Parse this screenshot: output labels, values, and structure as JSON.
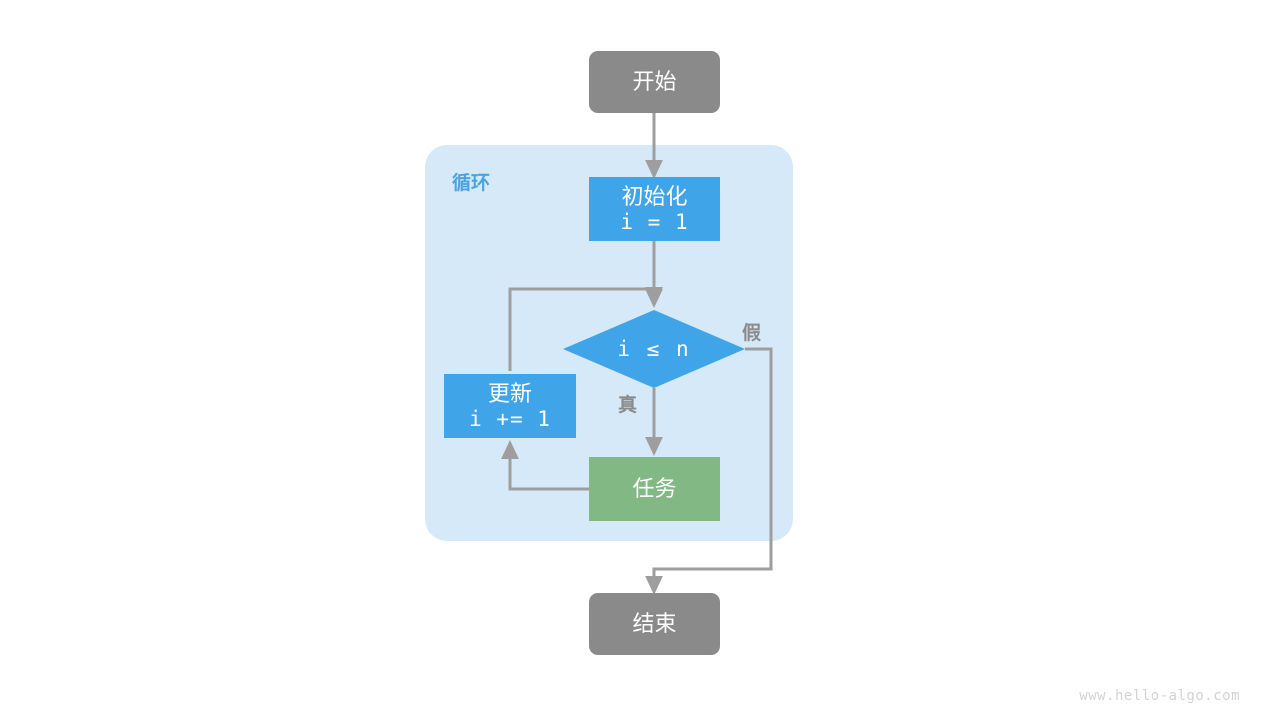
{
  "diagram": {
    "type": "flowchart",
    "title": "",
    "watermark": "www.hello-algo.com",
    "colors": {
      "terminal": "#8a8a8a",
      "process": "#3fa5e8",
      "task": "#81b884",
      "container": "#d6e9f8",
      "arrow": "#9e9e9e",
      "label": "#8a8a8a",
      "loop_label": "#4aa3e0",
      "watermark": "#d3d3d3",
      "node_text": "#ffffff",
      "background": "#ffffff"
    },
    "container": {
      "label": "循环"
    },
    "nodes": {
      "start": {
        "label": "开始",
        "shape": "rounded-rect",
        "color": "#8a8a8a"
      },
      "init": {
        "line1": "初始化",
        "line2": "i = 1",
        "shape": "rect",
        "color": "#3fa5e8"
      },
      "condition": {
        "label": "i ≤ n",
        "shape": "diamond",
        "color": "#3fa5e8"
      },
      "task": {
        "label": "任务",
        "shape": "rect",
        "color": "#81b884"
      },
      "update": {
        "line1": "更新",
        "line2": "i += 1",
        "shape": "rect",
        "color": "#3fa5e8"
      },
      "end": {
        "label": "结束",
        "shape": "rounded-rect",
        "color": "#8a8a8a"
      }
    },
    "edges": {
      "true_label": "真",
      "false_label": "假"
    }
  }
}
